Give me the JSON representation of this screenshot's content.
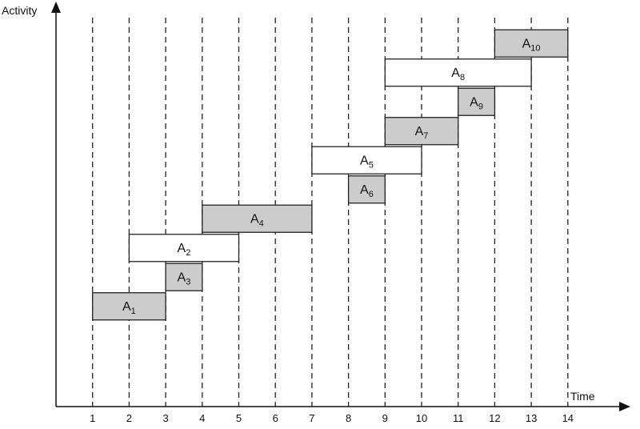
{
  "chart_data": {
    "type": "gantt",
    "xlabel": "Time",
    "ylabel": "Activity",
    "x_ticks": [
      1,
      2,
      3,
      4,
      5,
      6,
      7,
      8,
      9,
      10,
      11,
      12,
      13,
      14
    ],
    "xlim": [
      0,
      15
    ],
    "grid": "dashed vertical lines at each time tick",
    "activities": [
      {
        "letter": "A",
        "index": "1",
        "start": 1,
        "end": 3,
        "selected": true
      },
      {
        "letter": "A",
        "index": "3",
        "start": 3,
        "end": 4,
        "selected": true
      },
      {
        "letter": "A",
        "index": "2",
        "start": 2,
        "end": 5,
        "selected": false
      },
      {
        "letter": "A",
        "index": "4",
        "start": 4,
        "end": 7,
        "selected": true
      },
      {
        "letter": "A",
        "index": "6",
        "start": 8,
        "end": 9,
        "selected": true
      },
      {
        "letter": "A",
        "index": "5",
        "start": 7,
        "end": 10,
        "selected": false
      },
      {
        "letter": "A",
        "index": "7",
        "start": 9,
        "end": 11,
        "selected": true
      },
      {
        "letter": "A",
        "index": "9",
        "start": 11,
        "end": 12,
        "selected": true
      },
      {
        "letter": "A",
        "index": "8",
        "start": 9,
        "end": 13,
        "selected": false
      },
      {
        "letter": "A",
        "index": "10",
        "start": 12,
        "end": 14,
        "selected": true
      }
    ],
    "colors": {
      "selected_fill": "#cccccc",
      "unselected_fill": "#ffffff",
      "stroke": "#222222"
    }
  }
}
